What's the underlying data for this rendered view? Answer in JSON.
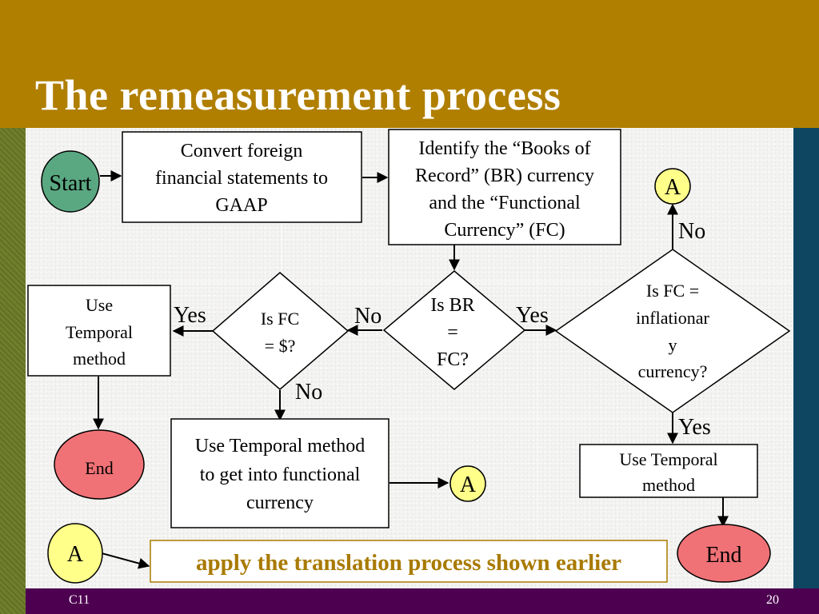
{
  "slide": {
    "title": "The remeasurement process",
    "footer_left": "C11",
    "page_number": "20"
  },
  "colors": {
    "header": "#b07f00",
    "footer": "#4e0050",
    "right_strip": "#0e4662",
    "left_strip": "#6f7f2c",
    "start_node": "#5aa882",
    "end_node": "#f07276",
    "connector_node": "#ffff8a",
    "note_text": "#a87a00"
  },
  "nodes": {
    "start": "Start",
    "convert": [
      "Convert foreign",
      "financial statements to",
      "GAAP"
    ],
    "identify": [
      "Identify the “Books of",
      "Record” (BR) currency",
      "and the “Functional",
      "Currency” (FC)"
    ],
    "br_fc": [
      "Is BR",
      "=",
      "FC?"
    ],
    "fc_dollar": [
      "Is FC",
      "= $?"
    ],
    "use_temporal_left": [
      "Use",
      "Temporal",
      "method"
    ],
    "end_left": "End",
    "use_temporal_center": [
      "Use Temporal method",
      "to get into functional",
      "currency"
    ],
    "connector_center": "A",
    "inflationary": [
      "Is FC =",
      "inflationar",
      "y",
      "currency?"
    ],
    "connector_top": "A",
    "use_temporal_right": [
      "Use Temporal",
      "method"
    ],
    "end_right": "End",
    "connector_bottom": "A",
    "note": "apply the translation process shown earlier"
  },
  "edge_labels": {
    "yes_left": "Yes",
    "no_center": "No",
    "no_below_fc": "No",
    "yes_br": "Yes",
    "no_top": "No",
    "yes_bottom": "Yes"
  }
}
